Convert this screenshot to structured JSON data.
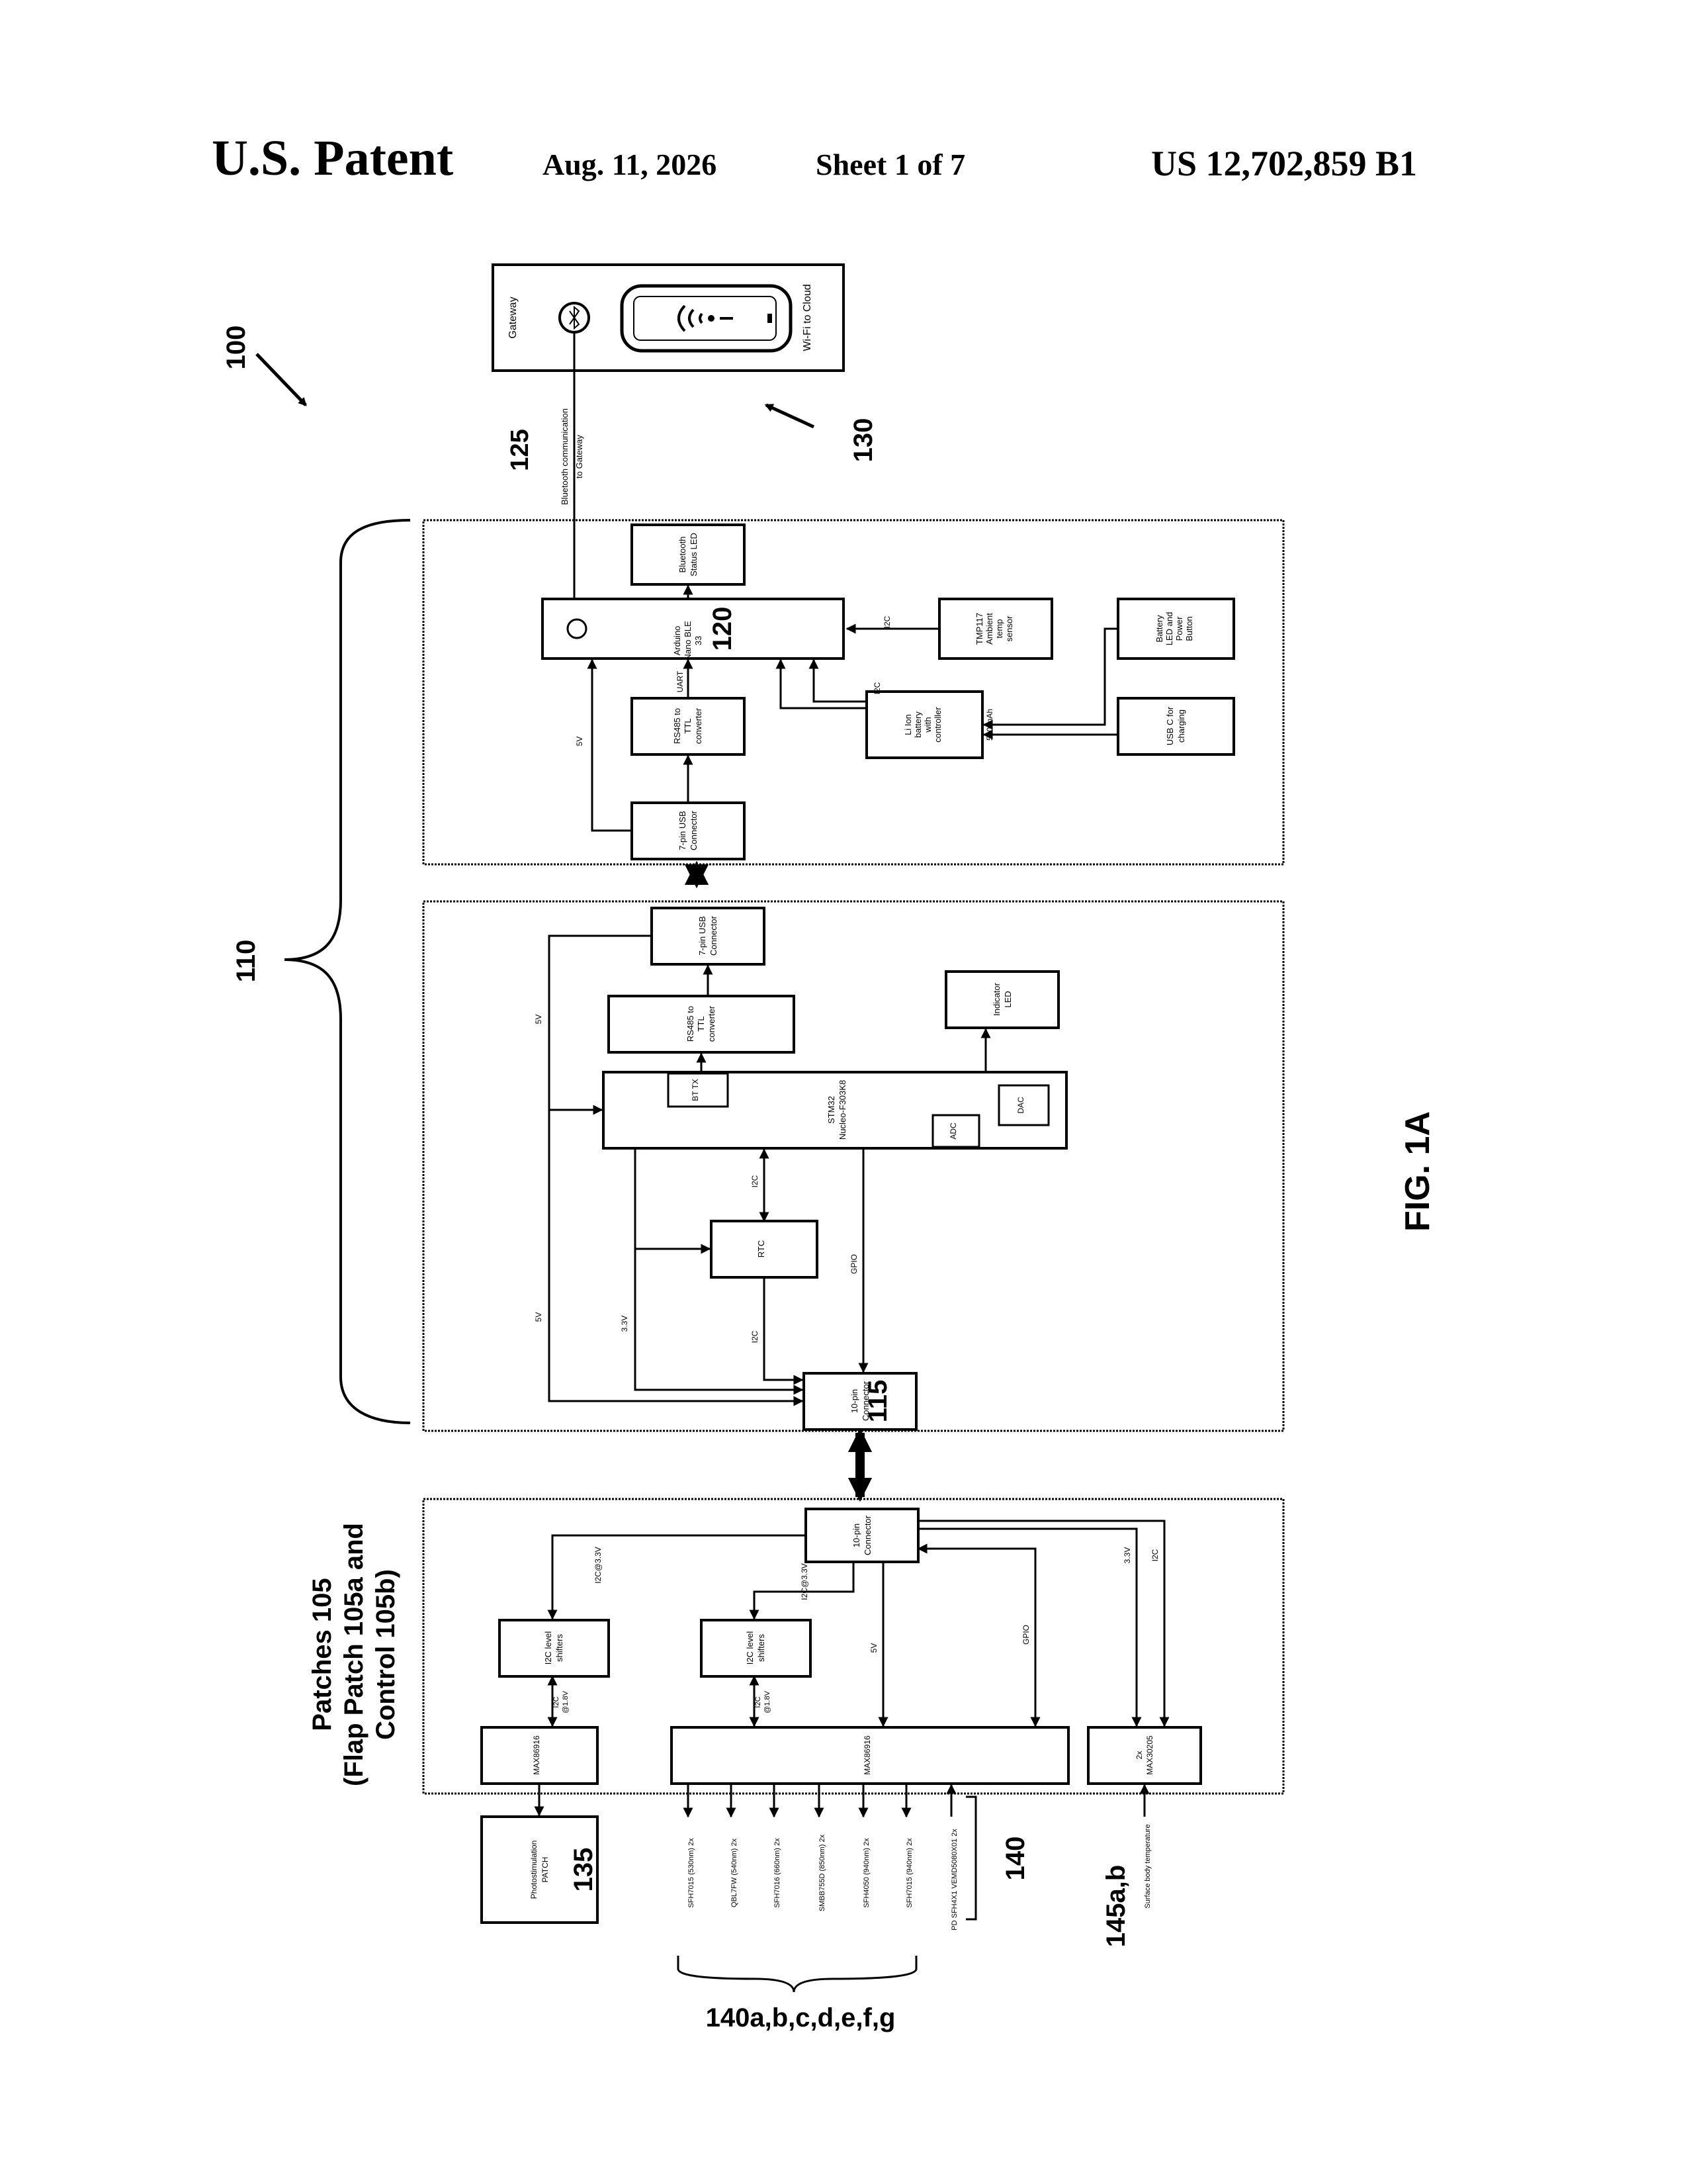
{
  "header": {
    "patent_label": "U.S. Patent",
    "date": "Aug. 11, 2026",
    "sheet": "Sheet 1 of 7",
    "patent_number": "US 12,702,859 B1"
  },
  "figure": {
    "title": "FIG. 1A",
    "refs": {
      "system": "100",
      "hub": "110",
      "connector": "115",
      "mcu": "120",
      "bt_link": "125",
      "gateway": "130",
      "photo_patch": "135",
      "group": "140",
      "group_list": "140a,b,c,d,e,f,g",
      "temp": "145a,b"
    },
    "patches_label": {
      "line1": "Patches 105",
      "line2": "(Flap Patch 105a and",
      "line3": "Control 105b)"
    },
    "gateway": {
      "title": "Gateway",
      "subtitle": "Wi-Fi to Cloud",
      "link_label_1": "Bluetooth communication",
      "link_label_2": "to Gateway"
    },
    "module_right": {
      "mcu": [
        "Arduino",
        "Nano BLE",
        "33"
      ],
      "bt_led": [
        "Bluetooth",
        "Status LED"
      ],
      "rs485_ttl": [
        "RS485 to",
        "TTL",
        "converter"
      ],
      "connector_7pin": [
        "7-pin USB",
        "Connector"
      ],
      "sensor": [
        "TMP117",
        "Ambient",
        "temp",
        "sensor"
      ],
      "battery": [
        "Li Ion",
        "battery",
        "with",
        "controller"
      ],
      "battery_note": "500 mAh",
      "battery_led": [
        "Battery",
        "LED and",
        "Power",
        "Button"
      ],
      "usbc": [
        "USB C for",
        "charging"
      ],
      "wire_5v": "5V",
      "wire_uart": "UART",
      "wire_i2c_a": "I2C",
      "wire_i2c_b": "I2C"
    },
    "module_middle": {
      "connector_7pin": [
        "7-pin USB",
        "Connector"
      ],
      "rs485_ttl": [
        "RS485 to",
        "TTL",
        "converter"
      ],
      "indicator": [
        "Indicator",
        "LED"
      ],
      "stm": [
        "STM32",
        "Nucleo-F303K8"
      ],
      "bt_tx": "BT TX",
      "adc": "ADC",
      "dac": "DAC",
      "rtc": "RTC",
      "connector_10pin": [
        "10-pin",
        "Connector"
      ],
      "wire_5v_a": "5V",
      "wire_5v_b": "5V",
      "wire_33v": "3.3V",
      "wire_i2c_a": "I2C",
      "wire_i2c_b": "I2C",
      "wire_gpio": "GPIO"
    },
    "module_left": {
      "connector_10pin": [
        "10-pin",
        "Connector"
      ],
      "shifter_a": [
        "I2C level",
        "shifters"
      ],
      "shifter_b": [
        "I2C level",
        "shifters"
      ],
      "max_a": "MAX86916",
      "max_b": "MAX86916",
      "max_c": [
        "2x",
        "MAX30205"
      ],
      "wire_i2c33_a": "I2C@3.3V",
      "wire_i2c33_b": "I2C@3.3V",
      "wire_i2c18_a": [
        "I2C",
        "@1.8V"
      ],
      "wire_i2c18_b": [
        "I2C",
        "@1.8V"
      ],
      "wire_5v": "5V",
      "wire_gpio": "GPIO",
      "wire_33v": "3.3V",
      "wire_i2c": "I2C"
    },
    "photo_patch": [
      "Photostimulation",
      "PATCH"
    ],
    "leds": [
      "SFH7015 (530nm) 2x",
      "QBL7FW (540nm) 2x",
      "SFH7016 (660nm) 2x",
      "SMBB755D (850nm) 2x",
      "SFH4050 (940nm) 2x",
      "SFH7015 (940nm) 2x",
      "PD SFH4X1 VEMD5080X01 2x"
    ],
    "temp_label": "Surface body temperature"
  }
}
